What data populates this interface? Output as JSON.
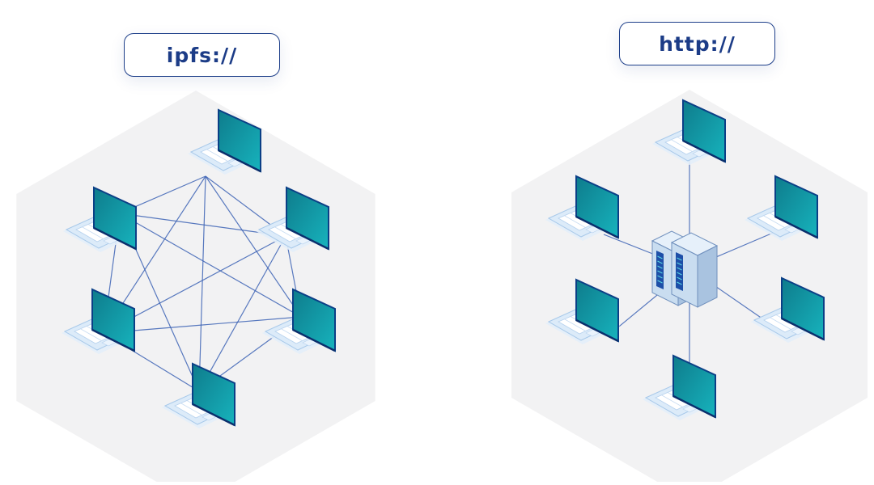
{
  "diagrams": [
    {
      "id": "ipfs",
      "label": "ipfs://",
      "topology": "mesh",
      "node_count": 6
    },
    {
      "id": "http",
      "label": "http://",
      "topology": "star",
      "node_count": 6,
      "central_node": "server"
    }
  ],
  "colors": {
    "hexagon_fill": "#f2f2f3",
    "link_line": "#3d63b5",
    "screen_dark": "#0e7c8c",
    "screen_light": "#17b3bd",
    "laptop_base": "#dcebf9",
    "server_fill": "#c9ddf0",
    "label_border": "#1e3f8a",
    "label_text": "#1c3c87"
  },
  "icons": [
    "laptop-icon",
    "server-icon"
  ]
}
